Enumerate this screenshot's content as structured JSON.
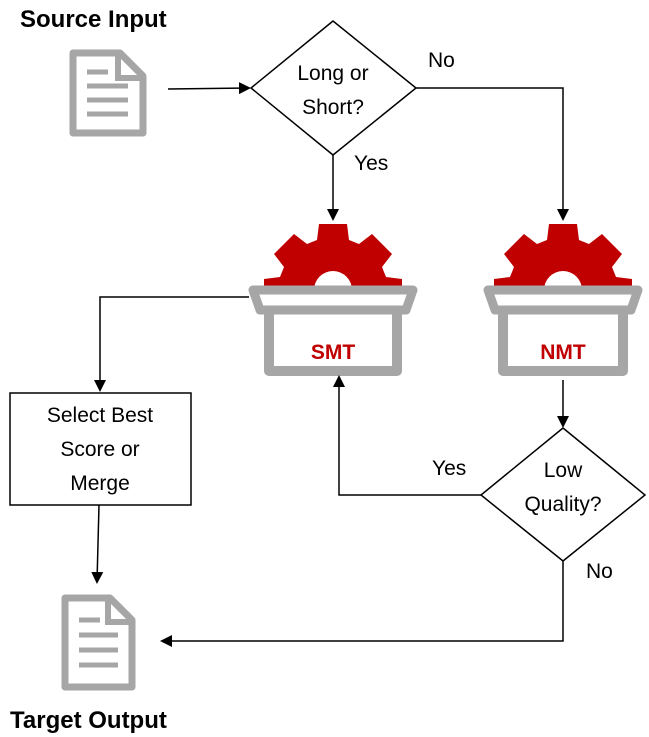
{
  "title_input": "Source Input",
  "title_output": "Target Output",
  "decision_length": {
    "line1": "Long or",
    "line2": "Short?"
  },
  "decision_quality": {
    "line1": "Low",
    "line2": "Quality?"
  },
  "edge_labels": {
    "no_top": "No",
    "yes_top": "Yes",
    "yes_quality": "Yes",
    "no_quality": "No"
  },
  "engines": {
    "smt": "SMT",
    "nmt": "NMT"
  },
  "select_box": {
    "line1": "Select Best",
    "line2": "Score or",
    "line3": "Merge"
  },
  "colors": {
    "gear": "#c00000",
    "box": "#a6a6a6",
    "doc": "#a6a6a6",
    "engine_text": "#c00000"
  }
}
